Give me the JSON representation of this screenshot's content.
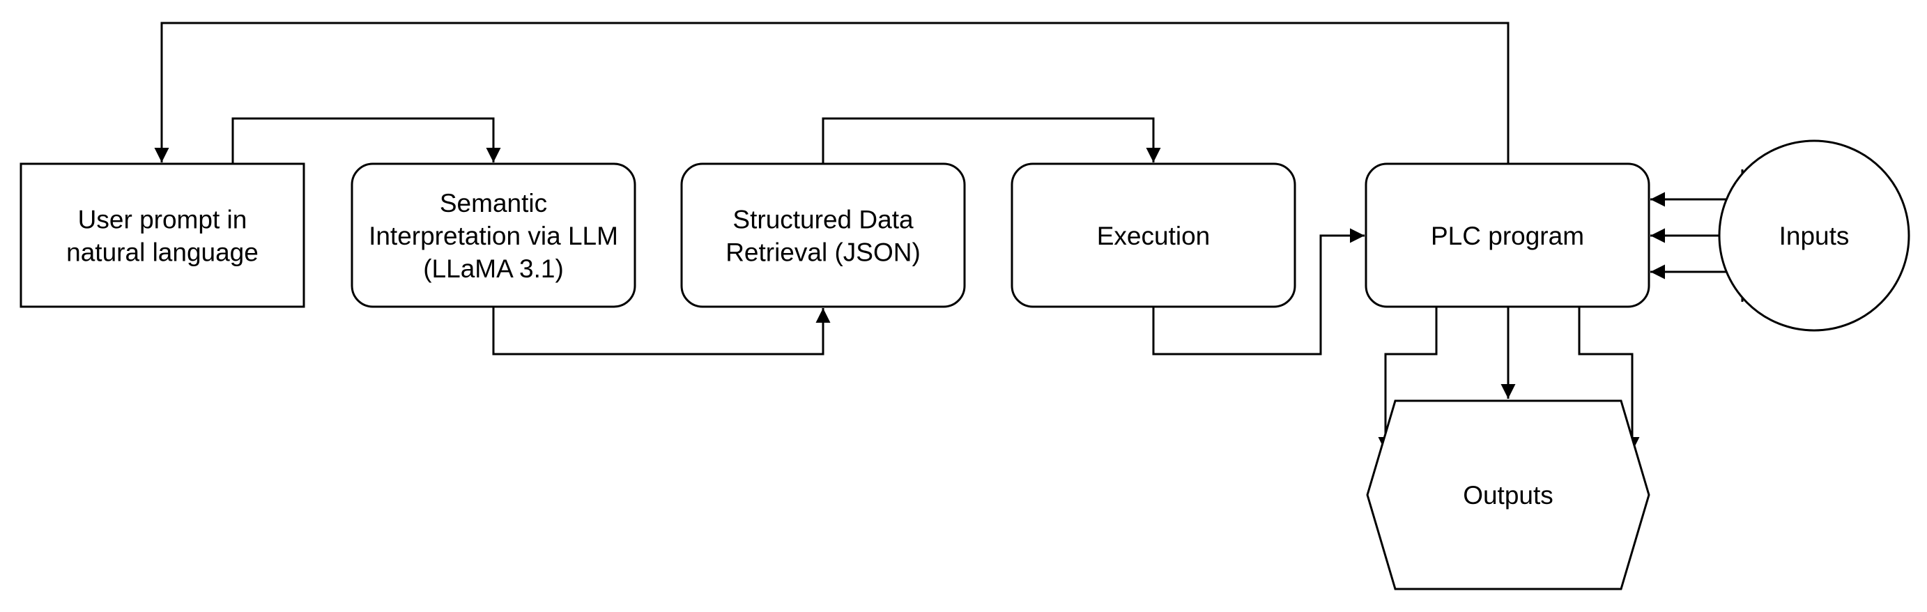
{
  "colors": {
    "background": "#ffffff",
    "stroke": "#000000",
    "text": "#000000"
  },
  "nodes": {
    "user_prompt": {
      "lines": [
        "User prompt in",
        "natural language"
      ]
    },
    "semantic": {
      "lines": [
        "Semantic",
        "Interpretation via LLM",
        "(LLaMA 3.1)"
      ]
    },
    "structured": {
      "lines": [
        "Structured Data",
        "Retrieval (JSON)"
      ]
    },
    "execution": {
      "lines": [
        "Execution"
      ]
    },
    "plc": {
      "lines": [
        "PLC program"
      ]
    },
    "inputs": {
      "lines": [
        "Inputs"
      ]
    },
    "outputs": {
      "lines": [
        "Outputs"
      ]
    }
  },
  "edges": [
    {
      "from": "user_prompt",
      "to": "semantic"
    },
    {
      "from": "semantic",
      "to": "structured"
    },
    {
      "from": "structured",
      "to": "execution"
    },
    {
      "from": "execution",
      "to": "plc"
    },
    {
      "from": "plc",
      "to": "user_prompt"
    },
    {
      "from": "inputs",
      "to": "plc"
    },
    {
      "from": "inputs",
      "to": "plc"
    },
    {
      "from": "inputs",
      "to": "plc"
    },
    {
      "from": "plc",
      "to": "outputs"
    },
    {
      "from": "plc",
      "to": "outputs"
    },
    {
      "from": "plc",
      "to": "outputs"
    }
  ]
}
